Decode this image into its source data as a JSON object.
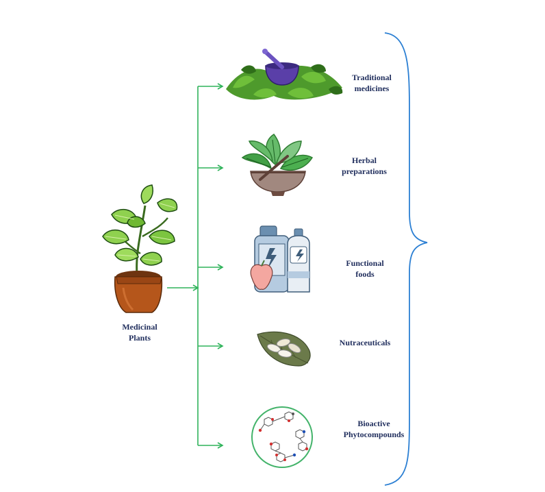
{
  "source": {
    "label": "Medicinal\nPlants",
    "icon": "potted-plant-icon"
  },
  "branches": [
    {
      "label": "Traditional\nmedicines",
      "icon": "mortar-pestle-herbs-icon"
    },
    {
      "label": "Herbal\npreparations",
      "icon": "herbal-bowl-icon"
    },
    {
      "label": "Functional\nfoods",
      "icon": "supplement-jar-bottle-icon"
    },
    {
      "label": "Nutraceuticals",
      "icon": "capsules-on-leaf-icon"
    },
    {
      "label": "Bioactive\nPhytocompounds",
      "icon": "molecular-structures-icon"
    }
  ],
  "colors": {
    "arrow": "#2fb35a",
    "brace": "#2b7fd3",
    "label": "#1f2d5c"
  }
}
